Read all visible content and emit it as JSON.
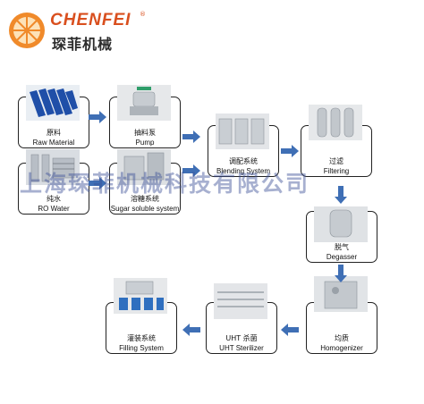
{
  "brand": {
    "en": "CHENFEI",
    "reg": "®",
    "cn": "琛菲机械",
    "color": "#d94f1e"
  },
  "watermark": "上海琛菲机械科技有限公司",
  "steps": [
    {
      "cn": "原料",
      "en": "Raw Material"
    },
    {
      "cn": "纯水",
      "en": "RO Water"
    },
    {
      "cn": "抽料泵",
      "en": "Pump"
    },
    {
      "cn": "溶糖系统",
      "en": "Sugar soluble system"
    },
    {
      "cn": "调配系统",
      "en": "Blending System"
    },
    {
      "cn": "过滤",
      "en": "Filtering"
    },
    {
      "cn": "脱气",
      "en": "Degasser"
    },
    {
      "cn": "均质",
      "en": "Homogenizer"
    },
    {
      "cn": "UHT 杀菌",
      "en": "UHT Sterilizer"
    },
    {
      "cn": "灌装系统",
      "en": "Filling System"
    }
  ],
  "colors": {
    "arrow": "#3f6fb5",
    "border": "#222222"
  }
}
